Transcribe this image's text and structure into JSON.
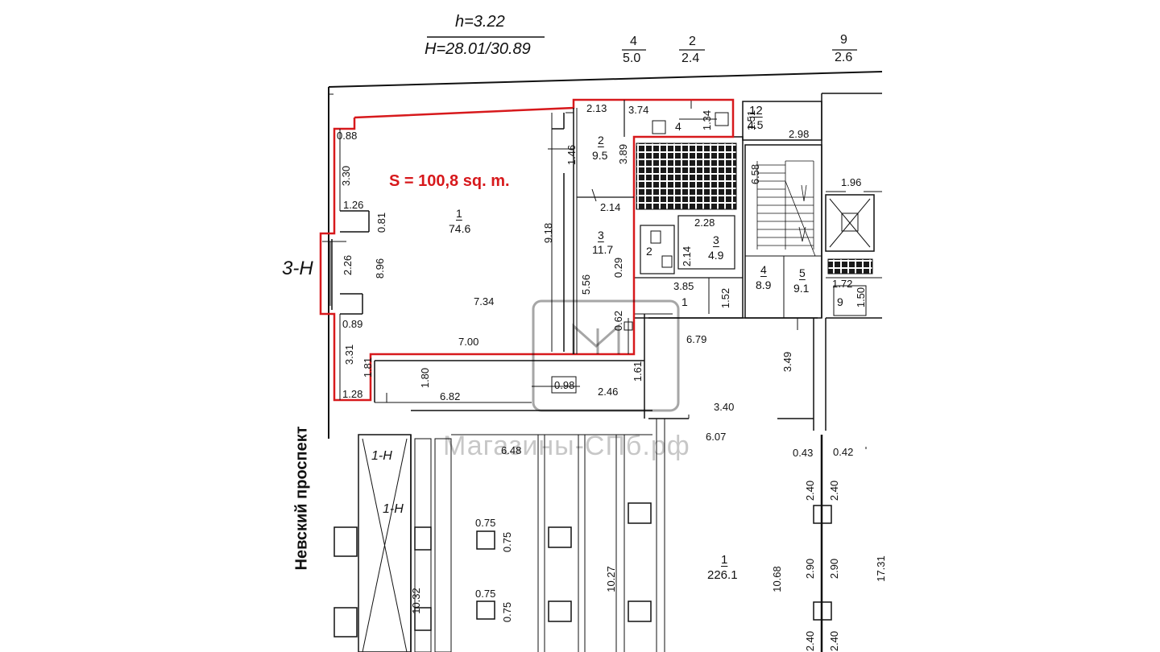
{
  "header": {
    "ceiling_height": "h=3.22",
    "elevations": "H=28.01/30.89",
    "markers": [
      {
        "num": "4",
        "value": "5.0"
      },
      {
        "num": "2",
        "value": "2.4"
      },
      {
        "num": "9",
        "value": "2.6"
      }
    ]
  },
  "highlight": {
    "area_label": "S = 100,8 sq. m.",
    "unit_label": "3-Н",
    "outline_color": "#d7191c"
  },
  "street_label": "Невский проспект",
  "watermark": "Магазины-СПб.рф",
  "rooms": {
    "room_1_main": {
      "num": "1",
      "area": "74.6"
    },
    "room_2": {
      "num": "2",
      "area": "9.5"
    },
    "room_3": {
      "num": "3",
      "area": "11.7"
    },
    "room_4_top": {
      "num": "4"
    },
    "room_12": {
      "num": "12",
      "area": "4.5"
    },
    "room_3_right": {
      "num": "3",
      "area": "4.9"
    },
    "room_2_right": {
      "num": "2"
    },
    "room_1_right": {
      "num": "1"
    },
    "room_4_right": {
      "num": "4",
      "area": "8.9"
    },
    "room_5": {
      "num": "5",
      "area": "9.1"
    },
    "room_9": {
      "num": "9"
    },
    "room_1_lower": {
      "num": "1",
      "area": "226.1"
    },
    "unit_1h_a": "1-Н",
    "unit_1h_b": "1-Н"
  },
  "dimensions": {
    "d_088": "0.88",
    "d_330": "3.30",
    "d_126": "1.26",
    "d_081": "0.81",
    "d_226": "2.26",
    "d_896": "8.96",
    "d_089": "0.89",
    "d_331": "3.31",
    "d_181": "1.81",
    "d_128": "1.28",
    "d_734": "7.34",
    "d_700": "7.00",
    "d_918": "9.18",
    "d_146": "1.46",
    "d_213": "2.13",
    "d_374": "3.74",
    "d_134": "1.34",
    "d_389": "3.89",
    "d_214a": "2.14",
    "d_556": "5.56",
    "d_029": "0.29",
    "d_062": "0.62",
    "d_161": "1.61",
    "d_180": "1.80",
    "d_682": "6.82",
    "d_098": "0.98",
    "d_246": "2.46",
    "d_340": "3.40",
    "d_679": "6.79",
    "d_349": "3.49",
    "d_151": "1.51",
    "d_298": "2.98",
    "d_658": "6.58",
    "d_196": "1.96",
    "d_228": "2.28",
    "d_214b": "2.14",
    "d_385": "3.85",
    "d_152": "1.52",
    "d_172": "1.72",
    "d_150": "1.50",
    "d_607": "6.07",
    "d_043": "0.43",
    "d_042": "0.42",
    "d_240a": "2.40",
    "d_240b": "2.40",
    "d_290a": "2.90",
    "d_290b": "2.90",
    "d_240c": "2.40",
    "d_240d": "2.40",
    "d_1731": "17.31",
    "d_1068": "10.68",
    "d_1027": "10.27",
    "d_1032": "10.32",
    "d_648": "6.48",
    "d_075a": "0.75",
    "d_075b": "0.75",
    "d_075c": "0.75",
    "d_075d": "0.75"
  }
}
